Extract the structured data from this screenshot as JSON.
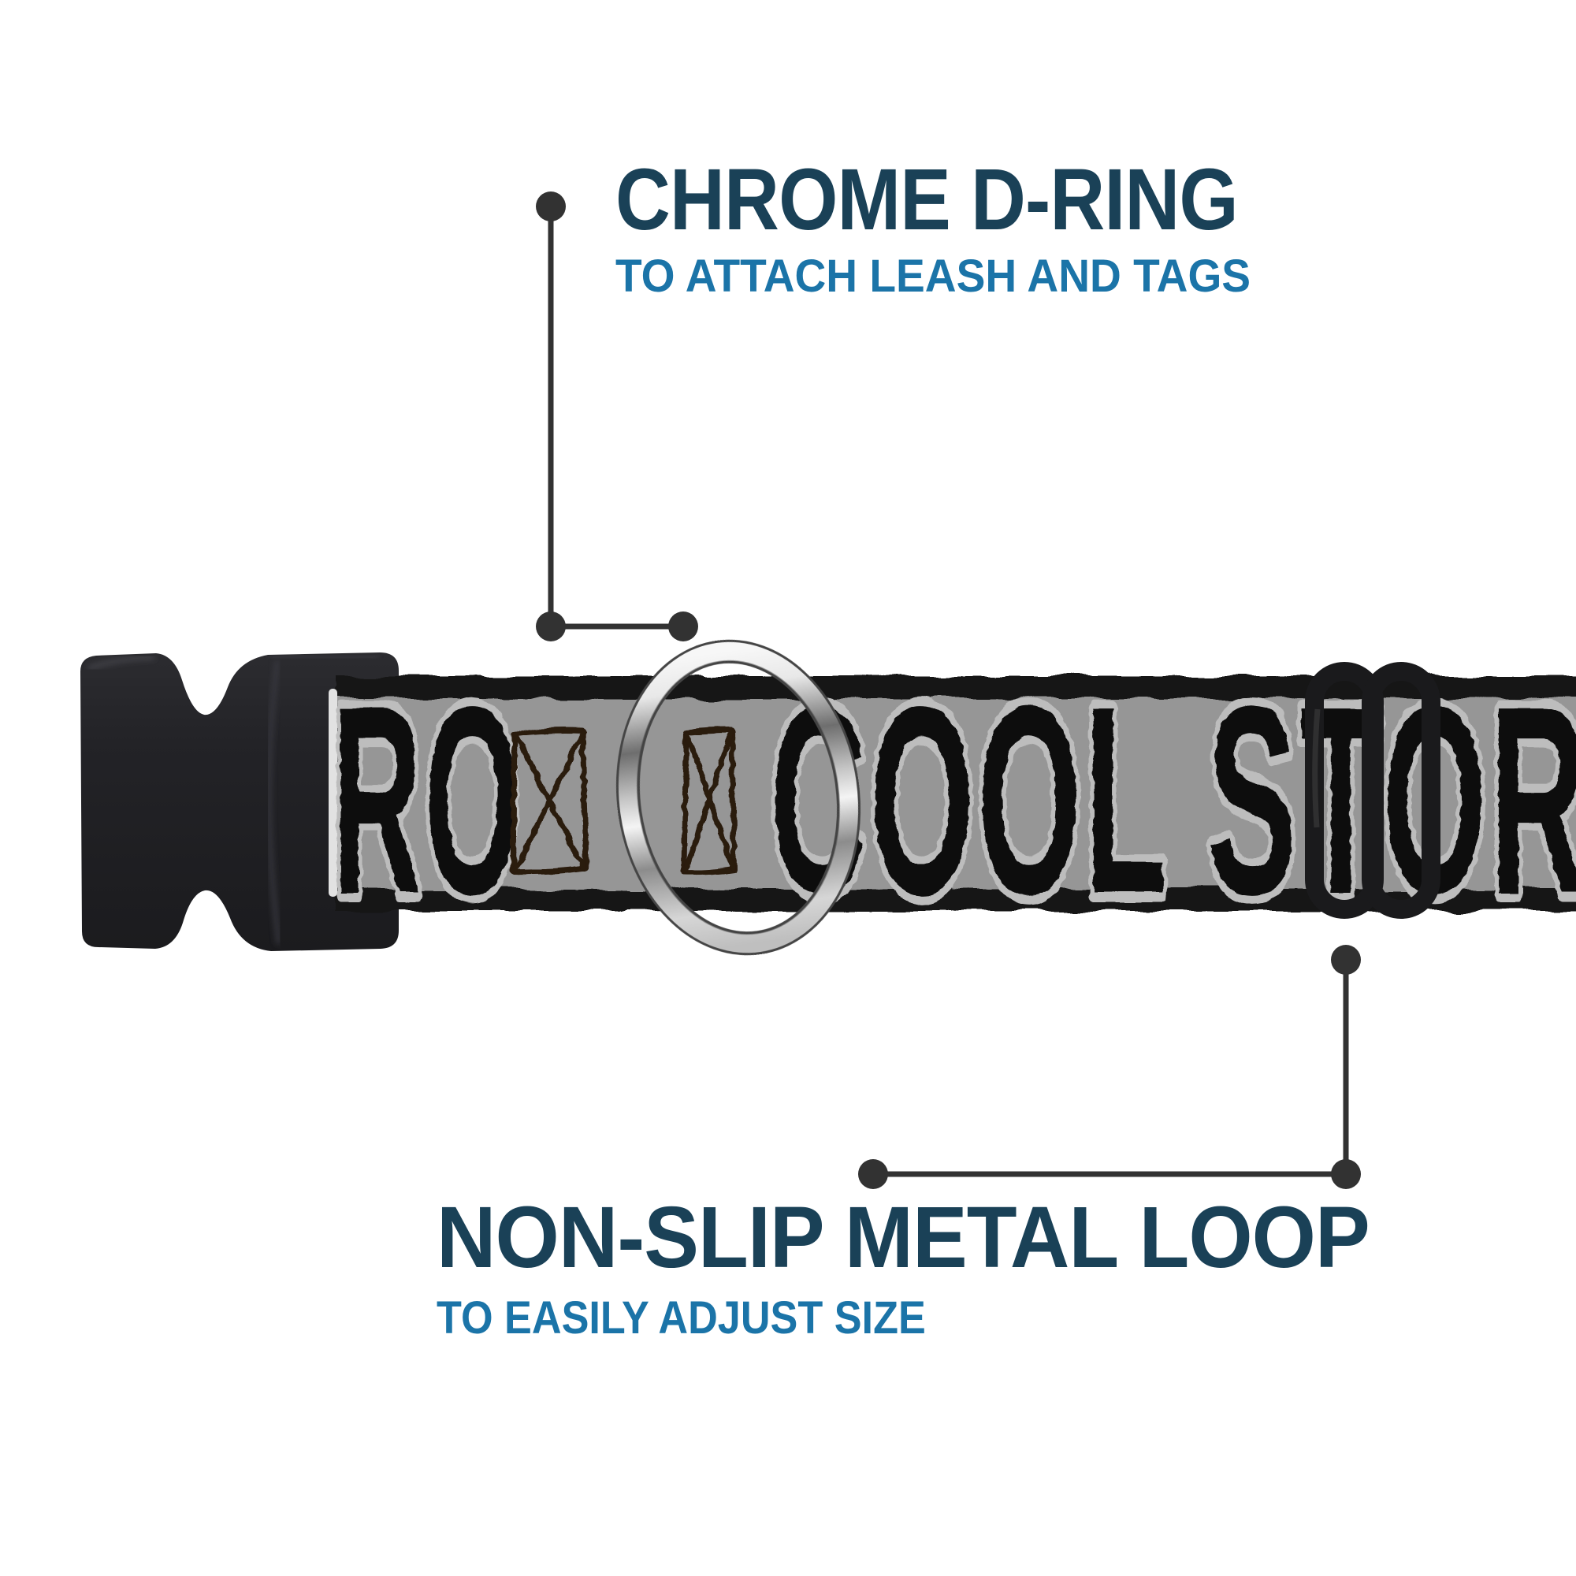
{
  "annotations": {
    "top": {
      "title": "CHROME D-RING",
      "subtitle": "TO ATTACH LEASH AND TAGS"
    },
    "bottom": {
      "title": "NON-SLIP METAL LOOP",
      "subtitle": "TO EASILY ADJUST SIZE"
    }
  },
  "collar": {
    "webbing_print_left": "RO",
    "webbing_print_right": "COOL STOR",
    "pattern_symbol": "x-box-checkbox",
    "hardware_parts": [
      "black-side-release-buckle",
      "chrome-d-ring",
      "black-tri-glide-slider"
    ]
  },
  "colors": {
    "background": "#ffffff",
    "title_navy": "#1a4157",
    "subtitle_blue": "#1b74a8",
    "callout": "#323232",
    "webbing_gray": "#969696",
    "webbing_edge_black": "#131313",
    "print_black": "#0a0a0a",
    "print_halo": "#bdbdbd",
    "box_stroke": "#2a1a10",
    "buckle_black": "#222226",
    "slider_black": "#1a1a1c",
    "chrome_light": "#f7f7f7",
    "chrome_mid": "#8c8c8c",
    "chrome_outline": "#454545",
    "slot_highlight": "#e2e2e2"
  }
}
